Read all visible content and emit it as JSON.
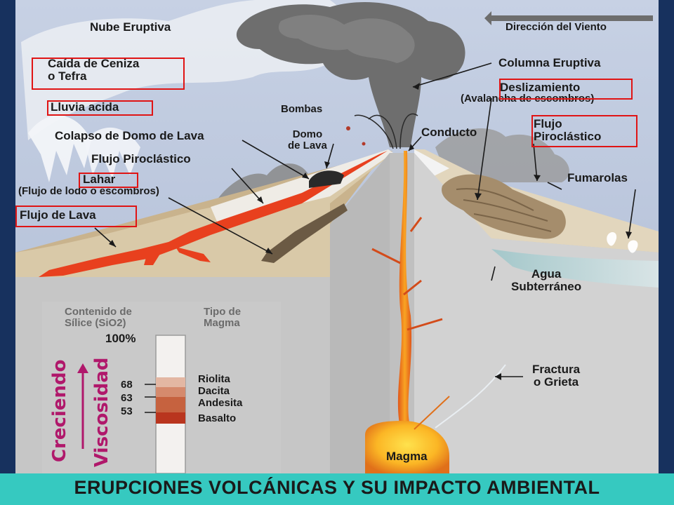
{
  "title": "ERUPCIONES VOLCÁNICAS Y SU IMPACTO AMBIENTAL",
  "labels": {
    "nube_eruptiva": "Nube Eruptiva",
    "direccion_viento": "Dirección del Viento",
    "caida_ceniza": "Caída de Ceniza\no Tefra",
    "columna_eruptiva": "Columna Eruptiva",
    "deslizamiento": "Deslizamiento",
    "avalancha": "(Avalancha de escombros)",
    "lluvia_acida": "Lluvia acida",
    "bombas": "Bombas",
    "domo_lava": "Domo\nde Lava",
    "conducto": "Conducto",
    "flujo_piroclastico_right": "Flujo\nPiroclástico",
    "colapso_domo": "Colapso de Domo de Lava",
    "flujo_piroclastico_left": "Flujo Piroclástico",
    "fumarolas": "Fumarolas",
    "lahar": "Lahar",
    "lahar_desc": "(Flujo de lodo o escombros)",
    "flujo_lava": "Flujo de Lava",
    "agua_subterranea": "Agua\nSubterráneo",
    "fractura": "Fractura\no Grieta",
    "magma": "Magma"
  },
  "silica_chart": {
    "header_silice": "Contenido de\nSílice (SiO2)",
    "header_magma": "Tipo de\nMagma",
    "percent_top": "100%",
    "ticks": [
      "68",
      "63",
      "53"
    ],
    "magma_types": [
      "Riolita",
      "Dacita",
      "Andesita",
      "Basalto"
    ],
    "arrow_label_1": "Creciendo",
    "arrow_label_2": "Viscosidad"
  },
  "highlighted_labels": [
    "caida_ceniza",
    "lluvia_acida",
    "lahar",
    "flujo_lava",
    "deslizamiento",
    "flujo_piroclastico_right"
  ],
  "colors": {
    "sky": "#b9c6dd",
    "ground": "#cfcfcf",
    "lava": "#e8401e",
    "magma": "#f6a21a",
    "highlight": "#e01414",
    "footer": "#36c9c0",
    "viscosity": "#b0186b"
  }
}
